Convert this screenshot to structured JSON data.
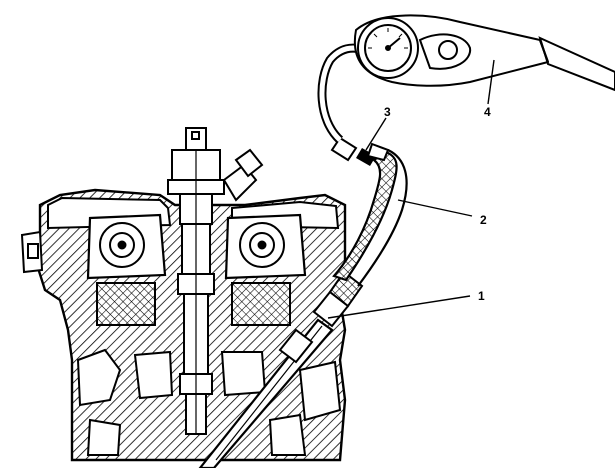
{
  "figure": {
    "callouts": [
      {
        "id": "1",
        "label": "1"
      },
      {
        "id": "2",
        "label": "2"
      },
      {
        "id": "3",
        "label": "3"
      },
      {
        "id": "4",
        "label": "4"
      }
    ]
  },
  "colors": {
    "ink": "#000000",
    "background": "#ffffff"
  },
  "icons": [
    "compression-gauge-icon",
    "cylinder-head-icon",
    "fuel-injector-icon"
  ]
}
